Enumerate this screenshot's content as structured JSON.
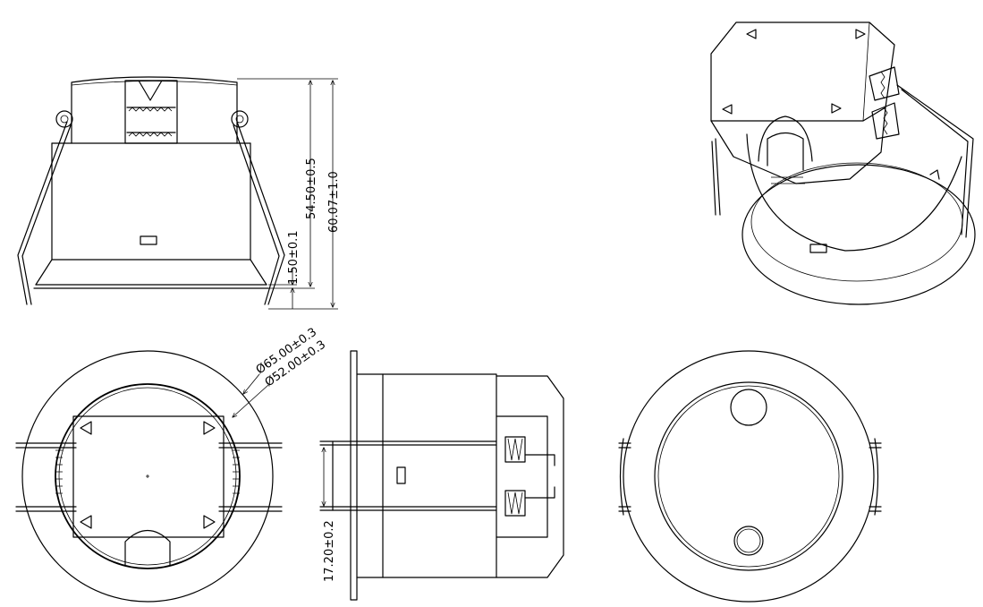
{
  "dimensions": {
    "height_total": "60.07±1.0",
    "height_body": "54.50±0.5",
    "flange_thickness": "1.50±0.1",
    "outer_diameter": "Ø65.00±0.3",
    "cutout_diameter": "Ø52.00±0.3",
    "spring_gap": "17.20±0.2"
  },
  "colors": {
    "line": "#000000",
    "background": "#ffffff"
  }
}
